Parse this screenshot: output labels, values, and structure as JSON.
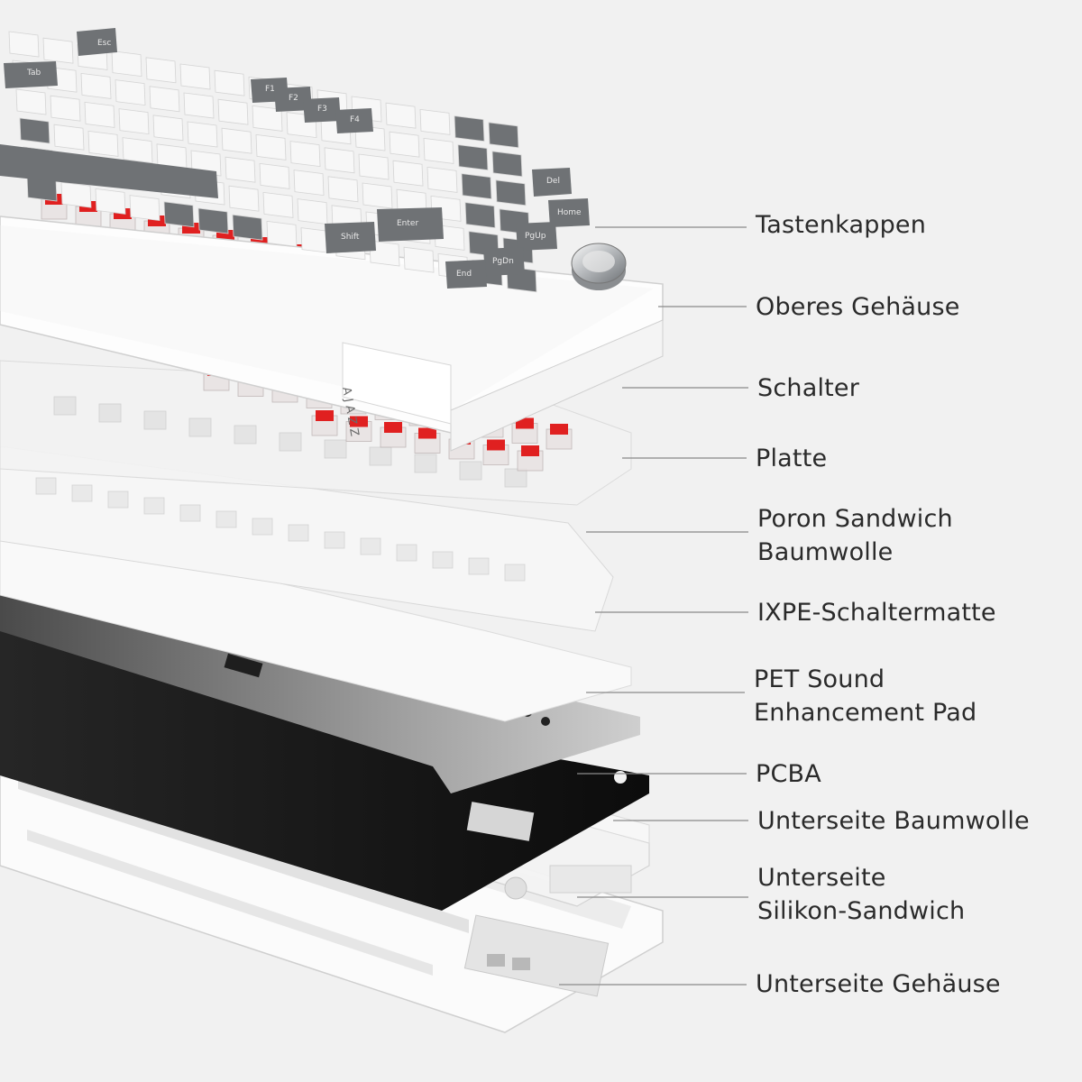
{
  "brand_text": "AJAZZ",
  "key_legends": {
    "esc": "Esc",
    "tab": "Tab",
    "f1": "F1",
    "f2": "F2",
    "f3": "F3",
    "f4": "F4",
    "enter": "Enter",
    "shift": "Shift",
    "home": "Home",
    "pgup": "PgUp",
    "pgdn": "PgDn",
    "end": "End",
    "del": "Del"
  },
  "layers": [
    {
      "id": "keycaps",
      "label": "Tastenkappen"
    },
    {
      "id": "top-case",
      "label": "Oberes Gehäuse"
    },
    {
      "id": "switches",
      "label": "Schalter"
    },
    {
      "id": "plate",
      "label": "Platte"
    },
    {
      "id": "poron",
      "label": "Poron Sandwich\nBaumwolle"
    },
    {
      "id": "ixpe",
      "label": "IXPE-Schaltermatte"
    },
    {
      "id": "pet",
      "label": "PET Sound\nEnhancement Pad"
    },
    {
      "id": "pcba",
      "label": "PCBA"
    },
    {
      "id": "bottom-cotton",
      "label": "Unterseite Baumwolle"
    },
    {
      "id": "bottom-silicone",
      "label": "Unterseite\nSilikon-Sandwich"
    },
    {
      "id": "bottom-case",
      "label": "Unterseite Gehäuse"
    }
  ],
  "colors": {
    "background": "#f1f1f1",
    "keycap_white": "#f7f7f7",
    "keycap_gray": "#6f7275",
    "switch_red": "#e02020",
    "pcba_black": "#141414",
    "case_white": "#fbfbfb",
    "leader_line": "#8a8a8a",
    "label_text": "#2a2a2a"
  }
}
